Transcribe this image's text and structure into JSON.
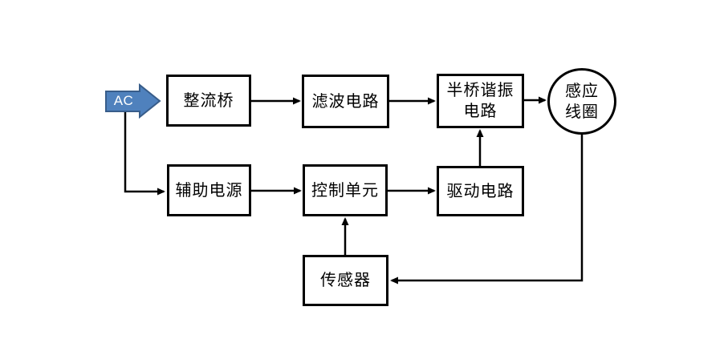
{
  "colors": {
    "ac_arrow_fill": "#4f81bd",
    "ac_arrow_border": "#385d8a",
    "connector": "#000000",
    "box_border": "#000000",
    "box_fill": "#ffffff",
    "label_text": "#000000",
    "ac_text": "#ffffff"
  },
  "nodes": {
    "ac": {
      "label": "AC"
    },
    "rectifier": {
      "label": "整流桥"
    },
    "filter": {
      "label": "滤波电路"
    },
    "half_bridge": {
      "line1": "半桥谐振",
      "line2": "电路"
    },
    "coil": {
      "line1": "感应",
      "line2": "线圈"
    },
    "aux_power": {
      "label": "辅助电源"
    },
    "control_unit": {
      "label": "控制单元"
    },
    "driver": {
      "label": "驱动电路"
    },
    "sensor": {
      "label": "传感器"
    }
  },
  "connections": [
    {
      "from": "ac",
      "to": "rectifier"
    },
    {
      "from": "ac",
      "to": "aux_power"
    },
    {
      "from": "rectifier",
      "to": "filter"
    },
    {
      "from": "filter",
      "to": "half_bridge"
    },
    {
      "from": "half_bridge",
      "to": "coil"
    },
    {
      "from": "aux_power",
      "to": "control_unit"
    },
    {
      "from": "control_unit",
      "to": "driver"
    },
    {
      "from": "driver",
      "to": "half_bridge"
    },
    {
      "from": "sensor",
      "to": "control_unit"
    },
    {
      "from": "coil",
      "to": "sensor"
    }
  ]
}
